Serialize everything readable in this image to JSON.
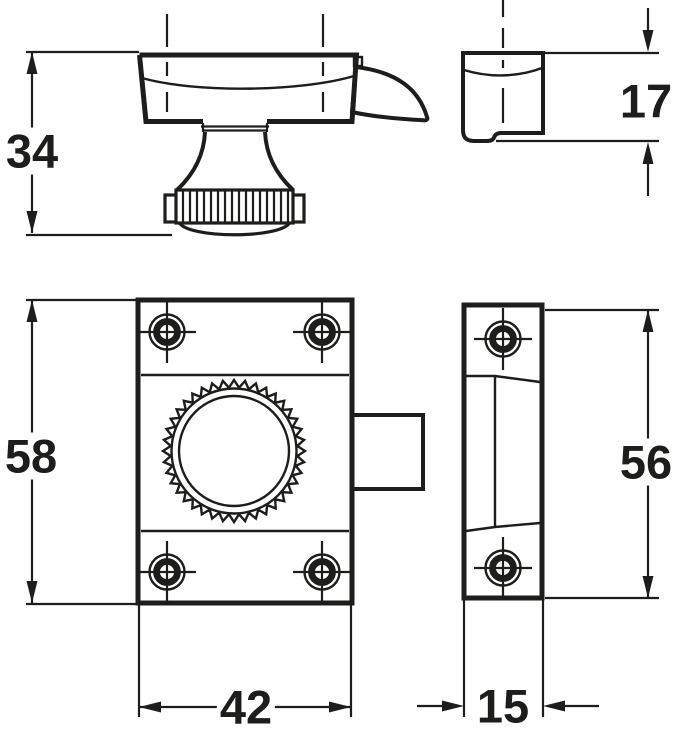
{
  "colors": {
    "line": "#1d1d1b",
    "background": "#ffffff"
  },
  "dimensions": {
    "side_height": "34",
    "end_depth": "17",
    "front_height": "58",
    "front_width": "42",
    "plate_height": "56",
    "plate_width": "15"
  }
}
